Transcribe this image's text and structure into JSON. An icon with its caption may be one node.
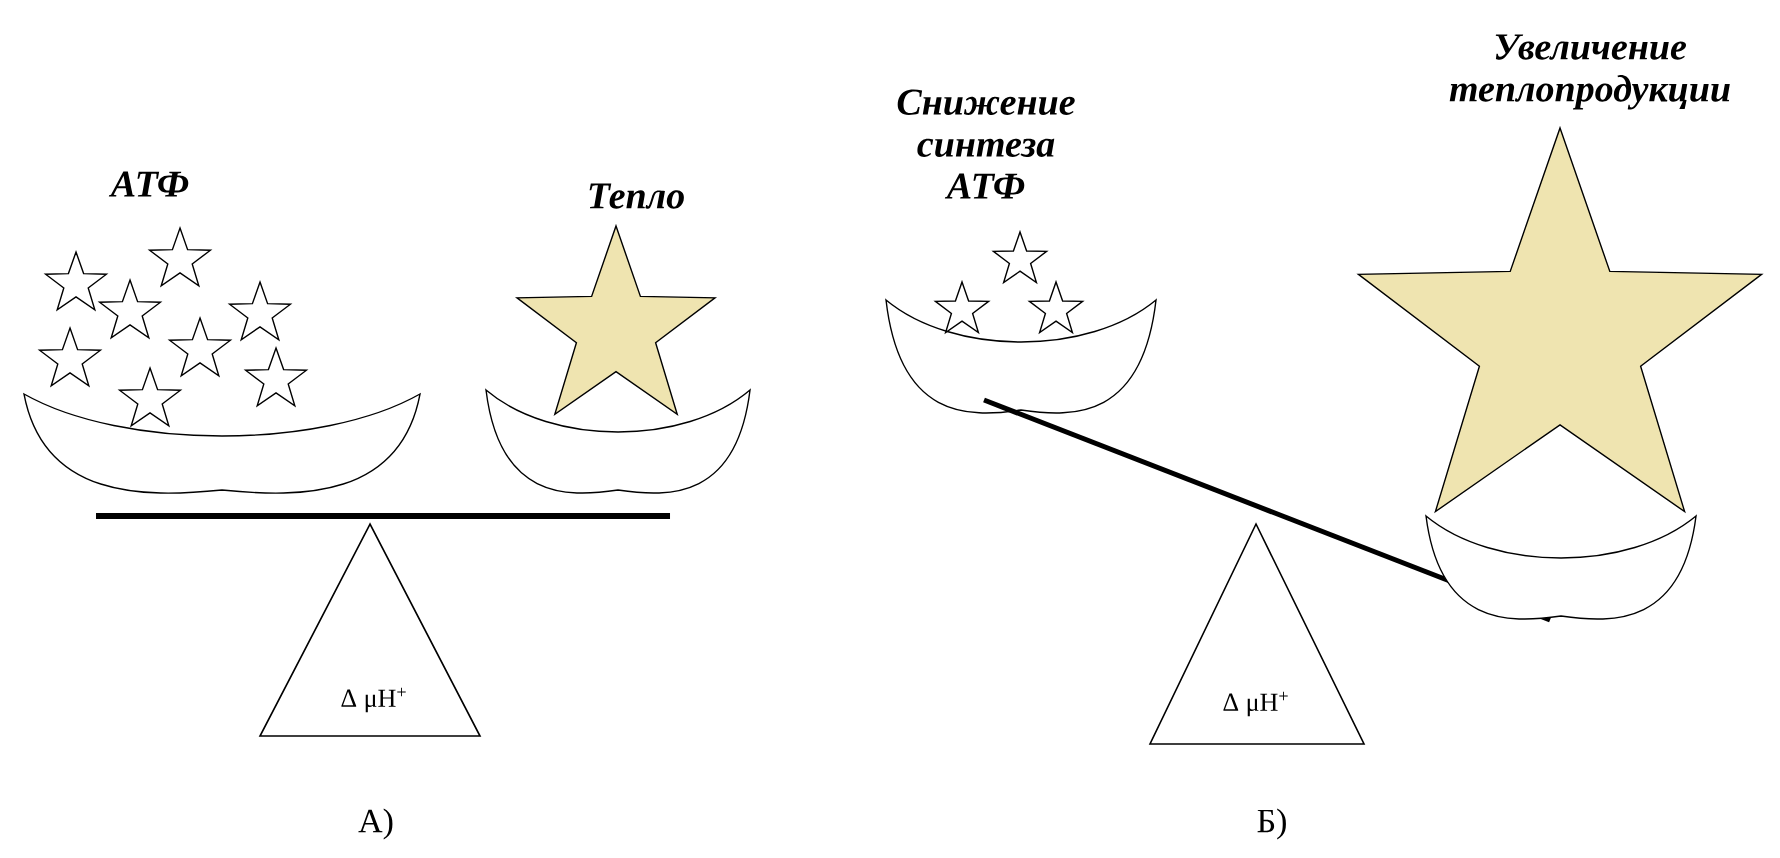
{
  "diagram": {
    "nodes": [
      {
        "text": [
          "Δ μH$^{+}$"
        ]
      },
      {
        "text": [
          "Δ μH$^{+}$"
        ]
      }
    ],
    "labels": [
      "АТФ",
      "Тепло",
      "А)",
      "Снижение синтеза АТФ",
      "Увеличение теплопродукции",
      "Б)"
    ]
  }
}
